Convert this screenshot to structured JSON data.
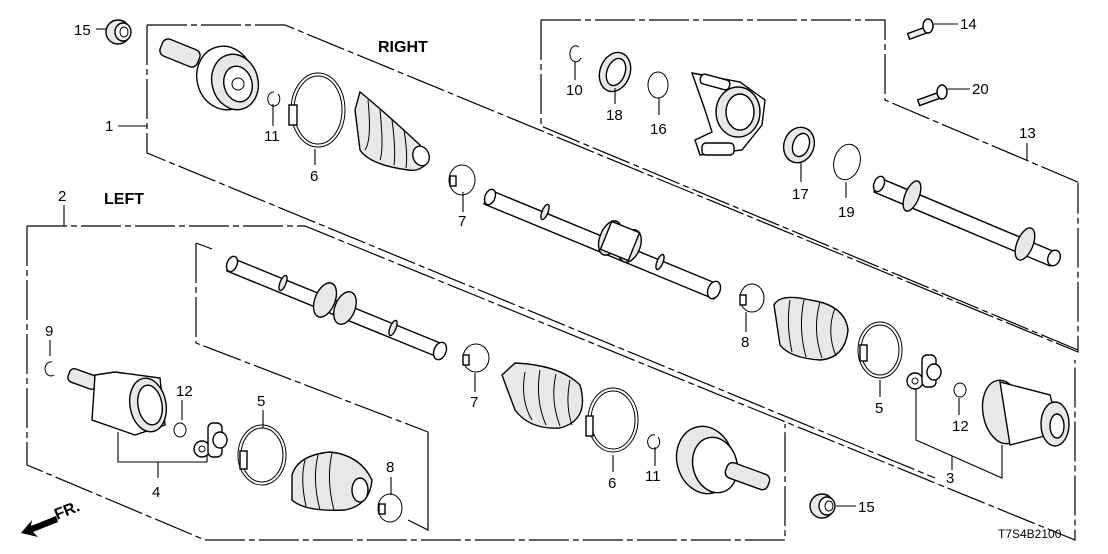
{
  "diagram": {
    "section_titles": {
      "right": "RIGHT",
      "left": "LEFT"
    },
    "front_indicator": "FR.",
    "diagram_code": "T7S4B2100",
    "callouts": [
      {
        "id": "c15a",
        "number": "15",
        "part": "flange-nut"
      },
      {
        "id": "c1",
        "number": "1",
        "part": "right-driveshaft-assembly"
      },
      {
        "id": "c11a",
        "number": "11",
        "part": "circlip"
      },
      {
        "id": "c6a",
        "number": "6",
        "part": "boot-band-large"
      },
      {
        "id": "c7a",
        "number": "7",
        "part": "boot-band-small"
      },
      {
        "id": "c10",
        "number": "10",
        "part": "snap-ring"
      },
      {
        "id": "c18",
        "number": "18",
        "part": "dust-seal"
      },
      {
        "id": "c16",
        "number": "16",
        "part": "circlip"
      },
      {
        "id": "c17",
        "number": "17",
        "part": "bearing"
      },
      {
        "id": "c19",
        "number": "19",
        "part": "snap-ring"
      },
      {
        "id": "c14",
        "number": "14",
        "part": "bolt"
      },
      {
        "id": "c20",
        "number": "20",
        "part": "bolt"
      },
      {
        "id": "c13",
        "number": "13",
        "part": "half-shaft"
      },
      {
        "id": "c2",
        "number": "2",
        "part": "left-driveshaft-assembly"
      },
      {
        "id": "c9",
        "number": "9",
        "part": "set-ring"
      },
      {
        "id": "c12a",
        "number": "12",
        "part": "stop-ring"
      },
      {
        "id": "c4",
        "number": "4",
        "part": "inboard-joint-set-left"
      },
      {
        "id": "c5a",
        "number": "5",
        "part": "boot-band-large"
      },
      {
        "id": "c8a",
        "number": "8",
        "part": "boot-band-small"
      },
      {
        "id": "c7b",
        "number": "7",
        "part": "boot-band-small"
      },
      {
        "id": "c6b",
        "number": "6",
        "part": "boot-band-large"
      },
      {
        "id": "c11b",
        "number": "11",
        "part": "circlip"
      },
      {
        "id": "c8b",
        "number": "8",
        "part": "boot-band-small"
      },
      {
        "id": "c5b",
        "number": "5",
        "part": "boot-band-large"
      },
      {
        "id": "c12b",
        "number": "12",
        "part": "stop-ring"
      },
      {
        "id": "c3",
        "number": "3",
        "part": "inboard-joint-set-right"
      },
      {
        "id": "c15b",
        "number": "15",
        "part": "flange-nut"
      }
    ]
  }
}
